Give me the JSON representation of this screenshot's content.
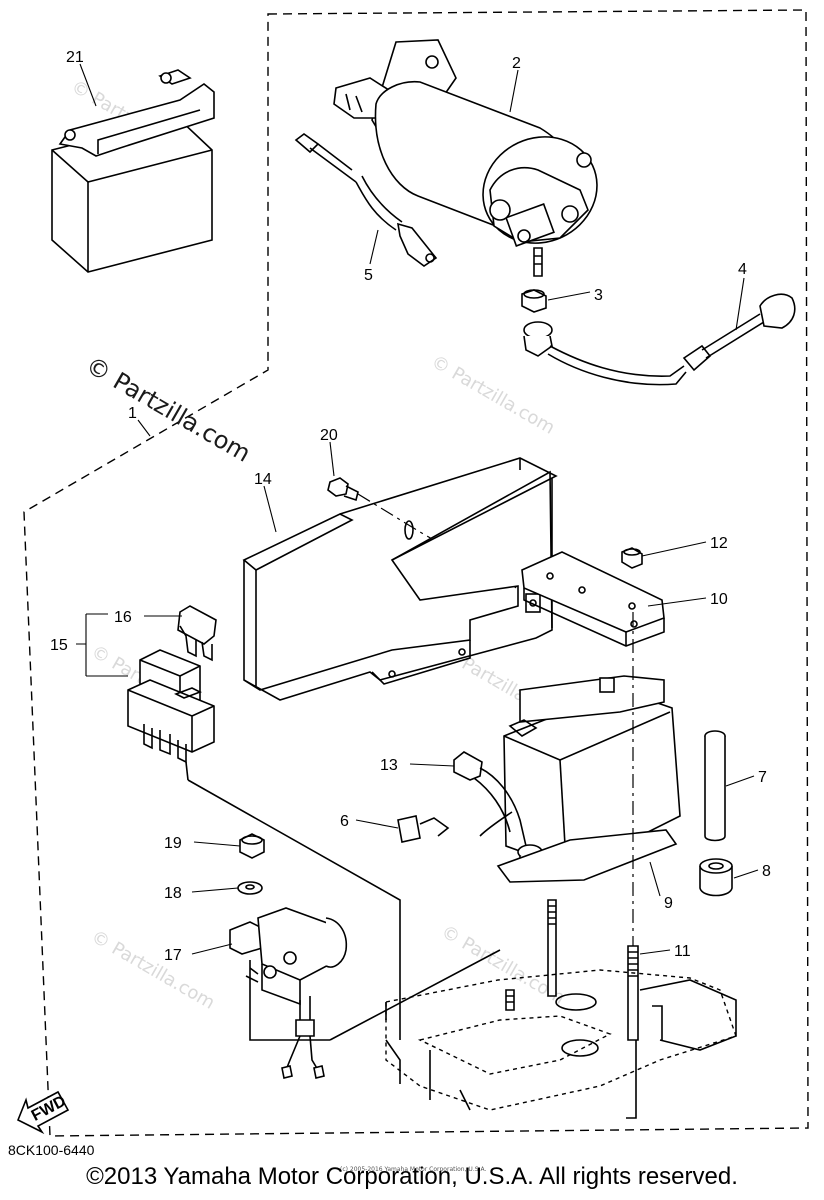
{
  "diagram": {
    "callouts": [
      "21",
      "2",
      "3",
      "4",
      "5",
      "1",
      "20",
      "14",
      "12",
      "10",
      "16",
      "15",
      "13",
      "7",
      "6",
      "8",
      "19",
      "9",
      "18",
      "17",
      "11"
    ],
    "watermark": "© Partzilla.com",
    "watermark_small": "© Partzilla.com",
    "part_code": "8CK100-6440",
    "fwd_label": "FWD",
    "copyright": "©2013 Yamaha Motor Corporation, U.S.A. All rights reserved.",
    "fine_print": "(c) 2005-2016 Yamaha Motor Corporation, U.S.A."
  }
}
